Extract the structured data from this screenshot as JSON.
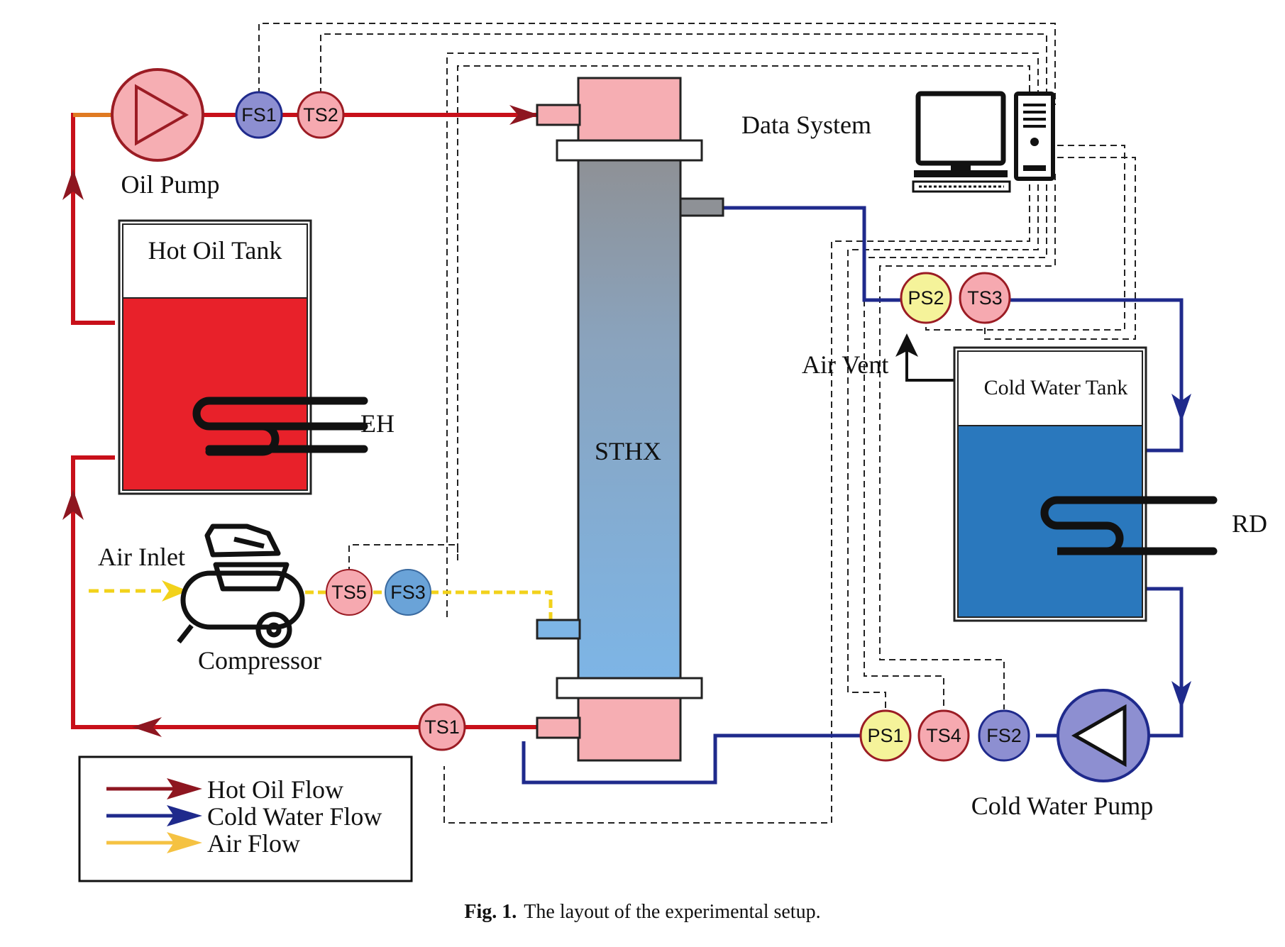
{
  "diagram": {
    "components": {
      "oil_pump": "Oil Pump",
      "hot_oil_tank": "Hot Oil Tank",
      "heater": "EH",
      "heat_exchanger": "STHX",
      "data_system": "Data System",
      "air_vent": "Air Vent",
      "cold_water_tank": "Cold Water Tank",
      "radiator": "RD",
      "air_inlet": "Air Inlet",
      "compressor": "Compressor",
      "cold_water_pump": "Cold Water Pump"
    },
    "sensors": {
      "fs1": "FS1",
      "ts2": "TS2",
      "ps2": "PS2",
      "ts3": "TS3",
      "ts5": "TS5",
      "fs3": "FS3",
      "ts1": "TS1",
      "ps1": "PS1",
      "ts4": "TS4",
      "fs2": "FS2"
    },
    "legend": {
      "hot_oil": "Hot Oil Flow",
      "cold_water": "Cold Water Flow",
      "air": "Air Flow"
    },
    "colors": {
      "hot_oil": "#c8101a",
      "cold_water": "#1f2a8c",
      "air": "#f2d21b",
      "tank_oil": "#e8212a",
      "tank_water": "#2a78bd",
      "temperature_sensor": "#f6a9b0",
      "flow_sensor": "#8d8fd1",
      "pressure_sensor": "#f5f39a",
      "air_flow_sensor": "#6aa3d8"
    }
  },
  "caption": {
    "label": "Fig. 1.",
    "text": "The layout of the experimental setup."
  }
}
